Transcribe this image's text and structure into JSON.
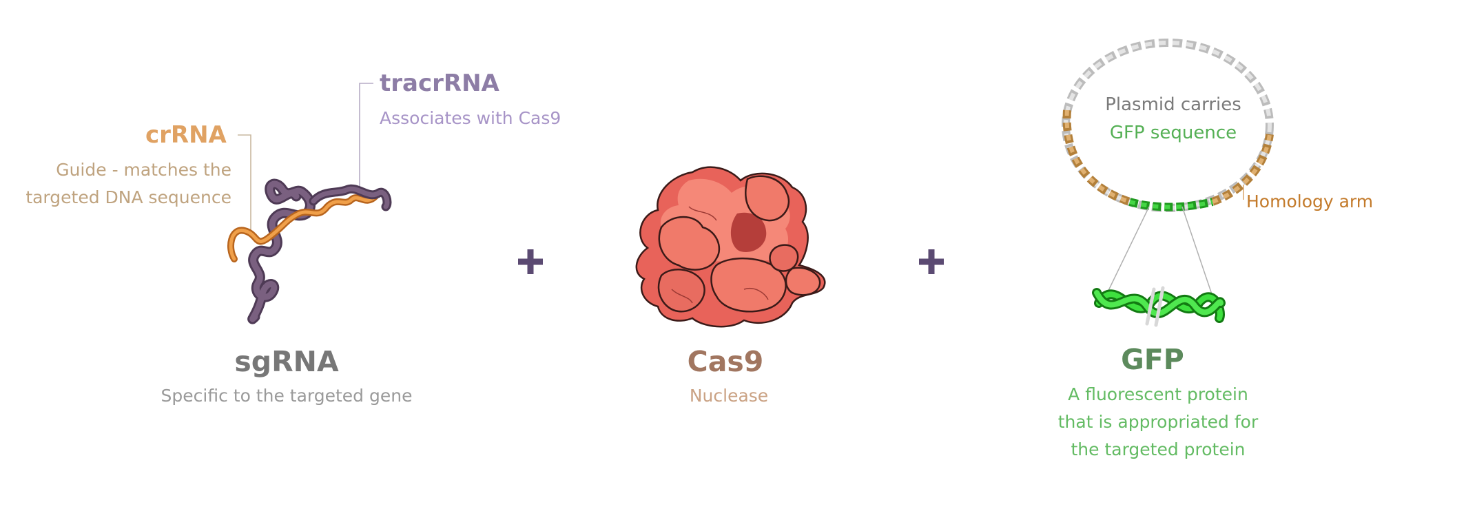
{
  "colors": {
    "crrna": "#e0a263",
    "crrna_desc": "#bfa37f",
    "tracrrna": "#8d7da6",
    "tracrrna_desc": "#a794c7",
    "sgrna": "#777777",
    "sgrna_desc": "#9a9a9a",
    "cas9": "#a17660",
    "cas9_desc": "#caa284",
    "gfp": "#5c8a5c",
    "gfp_desc": "#63bb63",
    "plasmid": "#7a7a7a",
    "plasmid_gfp": "#55b055",
    "homology": "#c37a2a",
    "plus": "#5b4a72",
    "rna_purple": "#6c5470",
    "rna_orange": "#e8953e",
    "protein": "#f07a68",
    "protein_shade": "#c9504a",
    "dna_green": "#2bc12b",
    "dna_tan": "#c79b55",
    "dna_grey": "#d2d2d2"
  },
  "sgrna": {
    "crrna_title": "crRNA",
    "crrna_desc_line1": "Guide - matches the",
    "crrna_desc_line2": "targeted DNA sequence",
    "tracrrna_title": "tracrRNA",
    "tracrrna_desc": "Associates with Cas9",
    "title": "sgRNA",
    "desc": "Specific to the targeted gene"
  },
  "plus_symbol": "+",
  "cas9": {
    "title": "Cas9",
    "desc": "Nuclease"
  },
  "plasmid": {
    "line1": "Plasmid carries",
    "line2": "GFP sequence",
    "homology": "Homology arm"
  },
  "gfp": {
    "title": "GFP",
    "desc_line1": "A  fluorescent protein",
    "desc_line2": "that is appropriated for",
    "desc_line3": "the targeted protein"
  }
}
